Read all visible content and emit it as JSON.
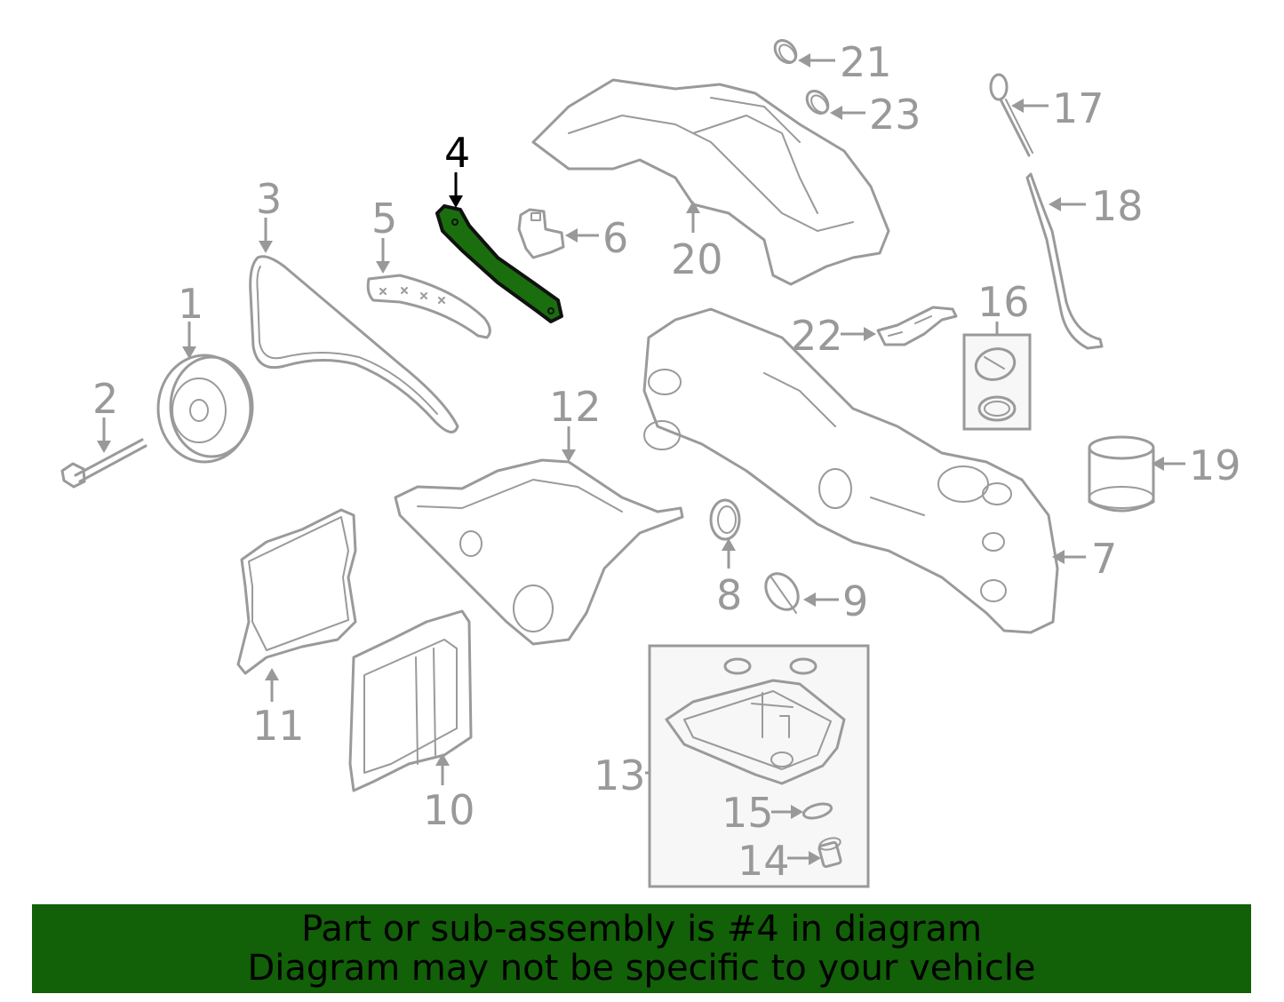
{
  "diagram": {
    "highlighted_part": "4",
    "highlight_color": "#1a6e0e",
    "label_color": "#999999",
    "labels": {
      "p1": "1",
      "p2": "2",
      "p3": "3",
      "p4": "4",
      "p5": "5",
      "p6": "6",
      "p7": "7",
      "p8": "8",
      "p9": "9",
      "p10": "10",
      "p11": "11",
      "p12": "12",
      "p13": "13",
      "p14": "14",
      "p15": "15",
      "p16": "16",
      "p17": "17",
      "p18": "18",
      "p19": "19",
      "p20": "20",
      "p21": "21",
      "p22": "22",
      "p23": "23"
    }
  },
  "banner": {
    "background": "#126008",
    "line1": "Part or sub-assembly is #4 in diagram",
    "line2": "Diagram may not be specific to your vehicle"
  }
}
